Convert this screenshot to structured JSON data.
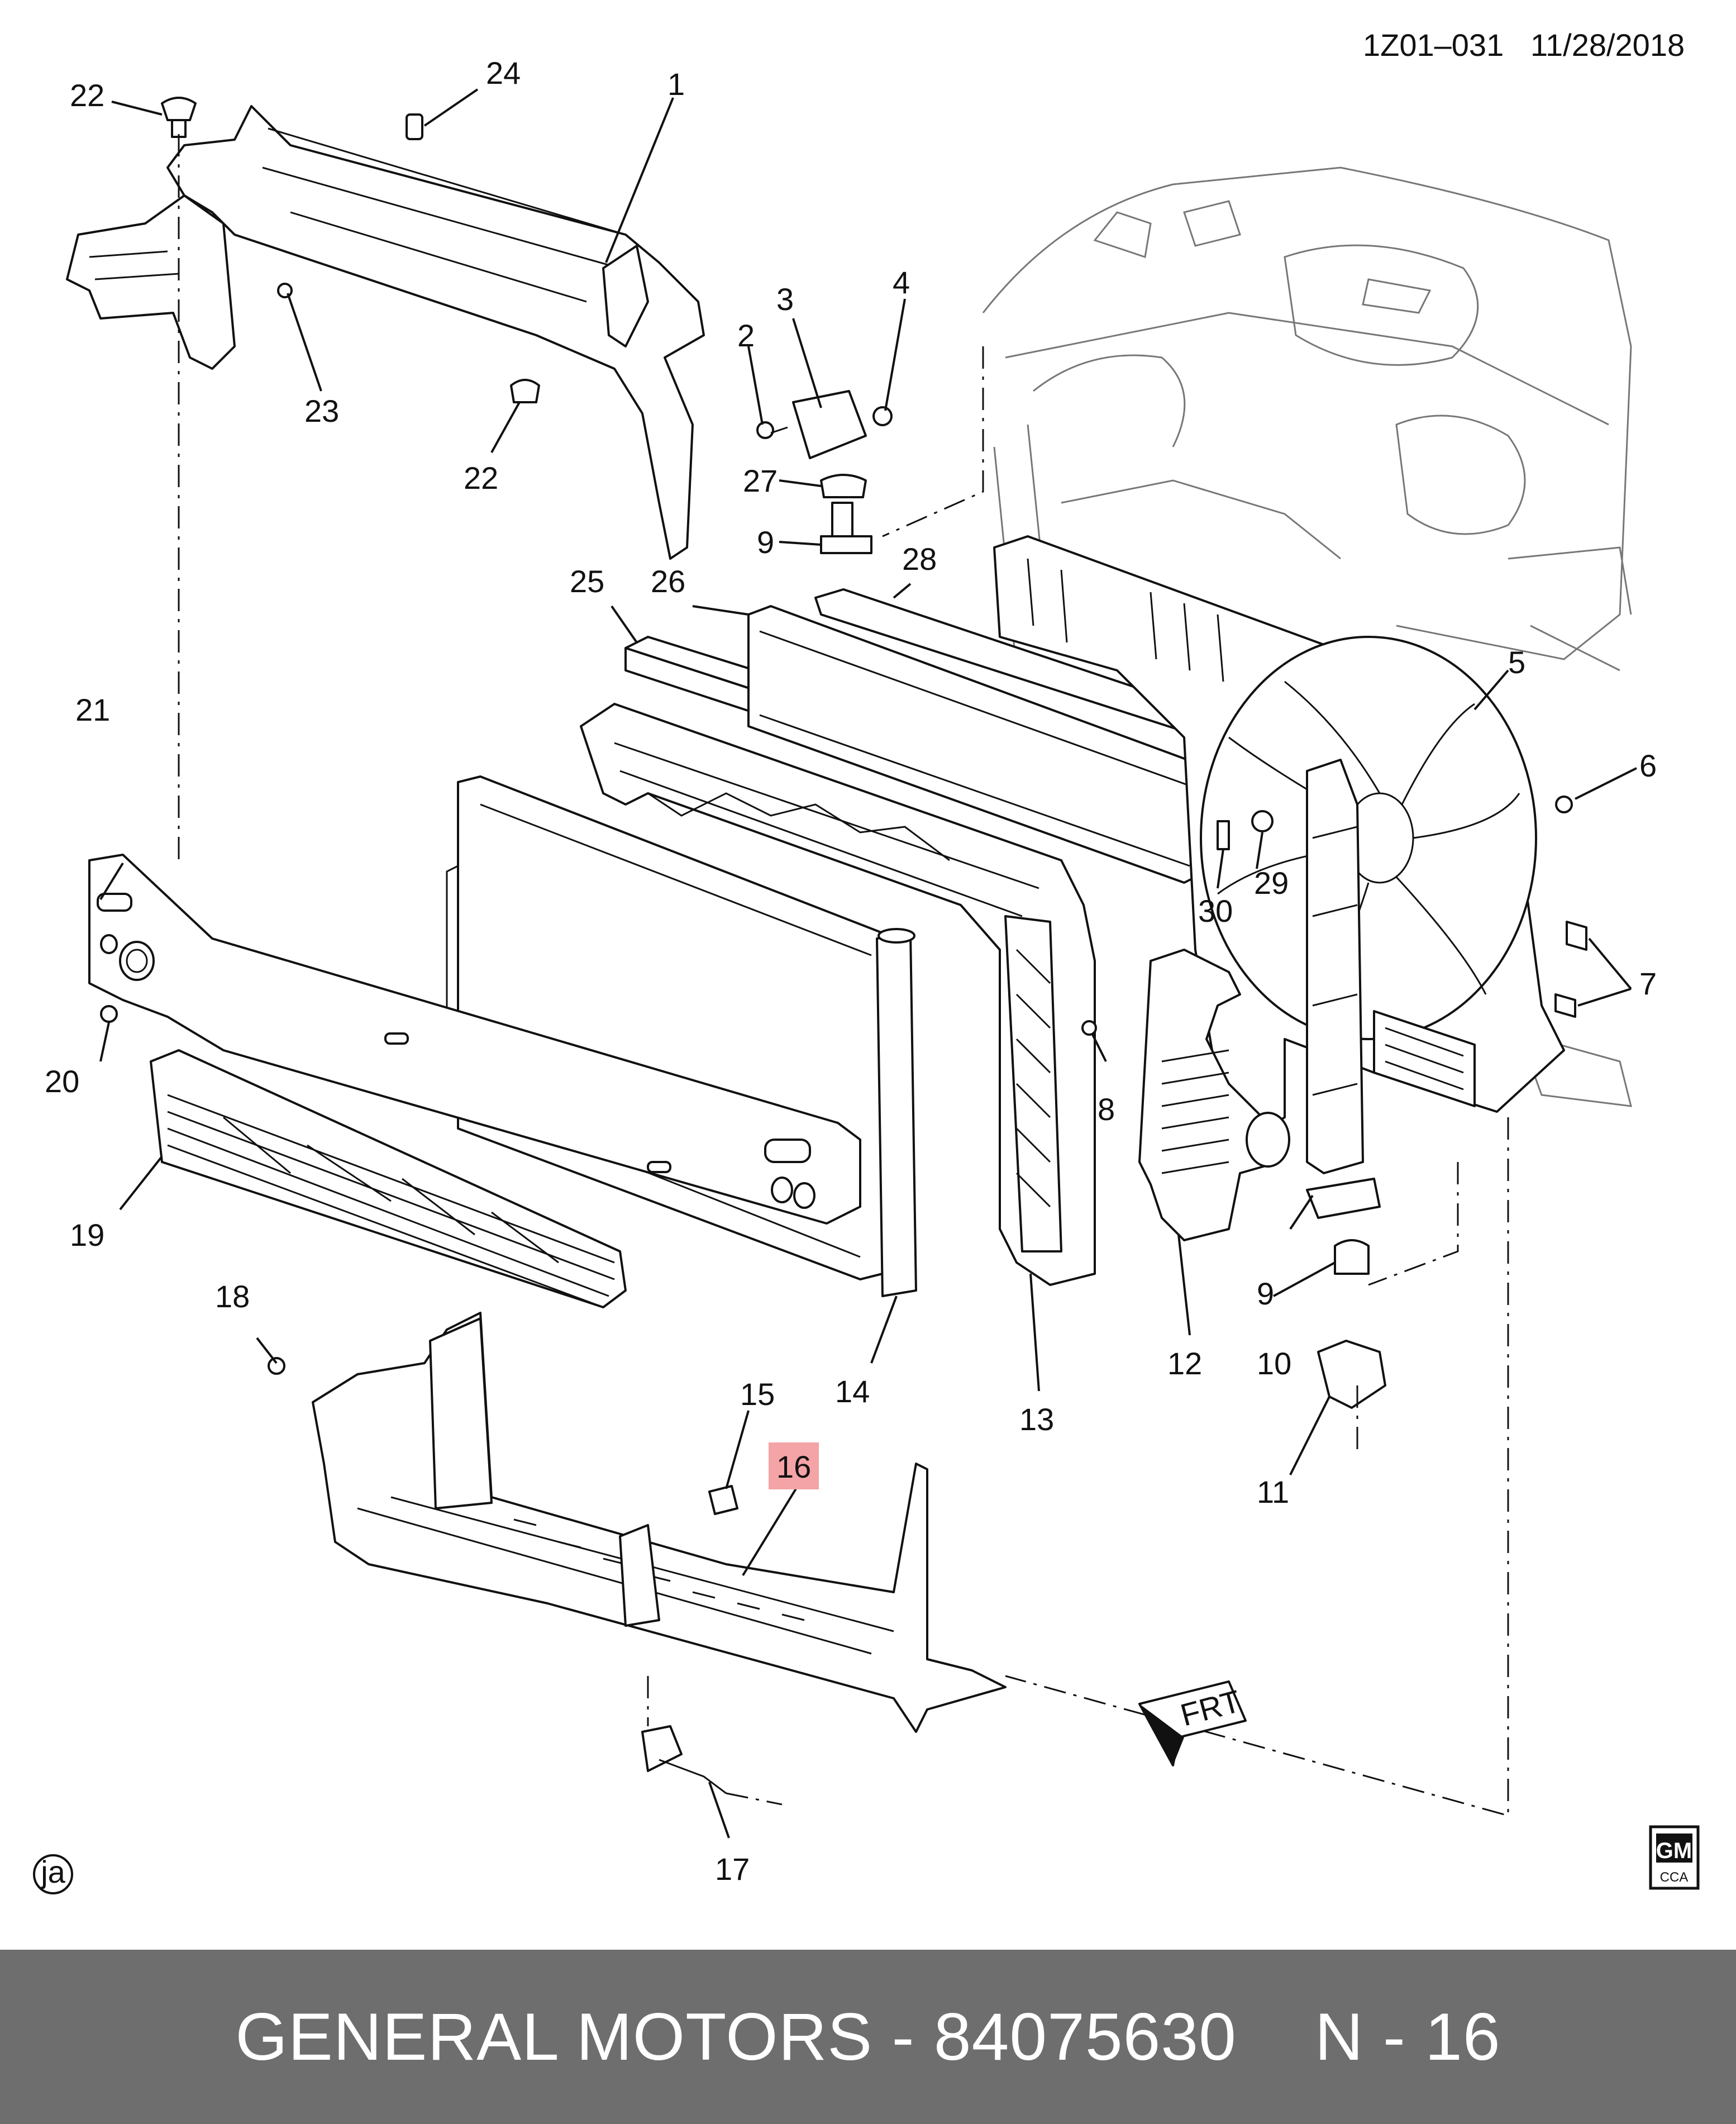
{
  "header": {
    "diagram_id": "1Z01–031",
    "date": "11/28/2018"
  },
  "corner_badge": "ja",
  "logo": {
    "brand": "GM",
    "sub": "CCA"
  },
  "direction_arrow": "FRT",
  "callouts": [
    "1",
    "2",
    "3",
    "4",
    "5",
    "6",
    "7",
    "8",
    "9",
    "9",
    "10",
    "11",
    "12",
    "13",
    "14",
    "15",
    "16",
    "17",
    "18",
    "19",
    "20",
    "21",
    "22",
    "22",
    "23",
    "24",
    "25",
    "26",
    "27",
    "28",
    "29",
    "30"
  ],
  "highlighted_callout": "16",
  "highlight_color": "#f4a3a6",
  "footer": {
    "brand": "GENERAL MOTORS",
    "separator": "-",
    "part_number": "84075630",
    "ref": "N - 16"
  }
}
